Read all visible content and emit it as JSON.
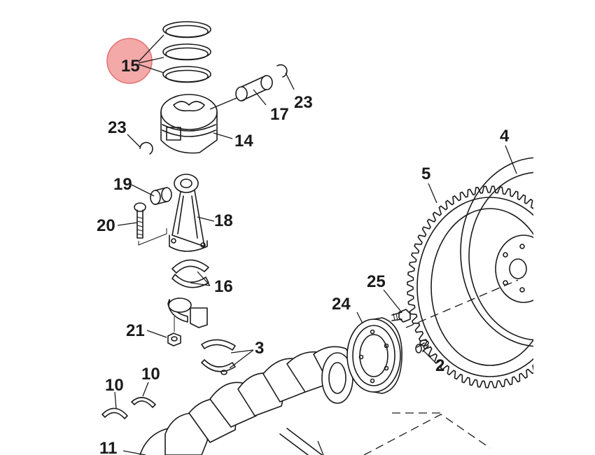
{
  "diagram": {
    "callouts": [
      {
        "id": "c15",
        "text": "15",
        "highlighted": true
      },
      {
        "id": "c23a",
        "text": "23"
      },
      {
        "id": "c17",
        "text": "17"
      },
      {
        "id": "c23b",
        "text": "23"
      },
      {
        "id": "c14",
        "text": "14"
      },
      {
        "id": "c4",
        "text": "4"
      },
      {
        "id": "c19",
        "text": "19"
      },
      {
        "id": "c5",
        "text": "5"
      },
      {
        "id": "c20",
        "text": "20"
      },
      {
        "id": "c18",
        "text": "18"
      },
      {
        "id": "c16",
        "text": "16"
      },
      {
        "id": "c25",
        "text": "25"
      },
      {
        "id": "c24",
        "text": "24"
      },
      {
        "id": "c21",
        "text": "21"
      },
      {
        "id": "c3",
        "text": "3"
      },
      {
        "id": "c2",
        "text": "2"
      },
      {
        "id": "c10a",
        "text": "10"
      },
      {
        "id": "c10b",
        "text": "10"
      },
      {
        "id": "c11",
        "text": "11"
      }
    ],
    "highlight_color": "#f08c8c"
  }
}
